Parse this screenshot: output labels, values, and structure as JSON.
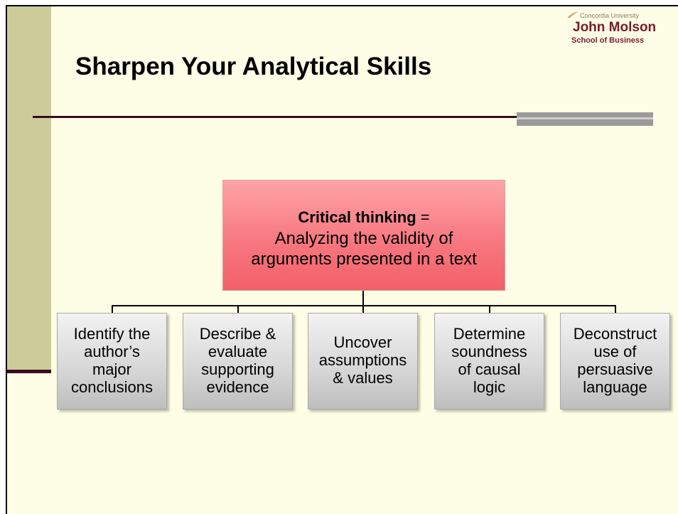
{
  "header": {
    "logo": {
      "small_text": "Concordia University",
      "main_text": "John Molson",
      "sub_text": "School of Business"
    },
    "title": "Sharpen Your Analytical Skills"
  },
  "diagram": {
    "root": {
      "bold": "Critical thinking",
      "equals": " =",
      "line2": "Analyzing the validity of",
      "line3": "arguments presented in a text"
    },
    "children": [
      {
        "lines": [
          "Identify the",
          "author’s",
          "major",
          "conclusions"
        ]
      },
      {
        "lines": [
          "Describe &",
          "evaluate",
          "supporting",
          "evidence"
        ]
      },
      {
        "lines": [
          "Uncover",
          "assumptions",
          "& values"
        ]
      },
      {
        "lines": [
          "Determine",
          "soundness",
          "of causal",
          "logic"
        ]
      },
      {
        "lines": [
          "Deconstruct",
          "use of",
          "persuasive",
          "language"
        ]
      }
    ]
  },
  "colors": {
    "root_fill": "#f87880",
    "child_fill": "#d6d6d6",
    "accent_bar": "#cccc9a",
    "rule": "#3a0a24",
    "background": "#fefee6"
  }
}
